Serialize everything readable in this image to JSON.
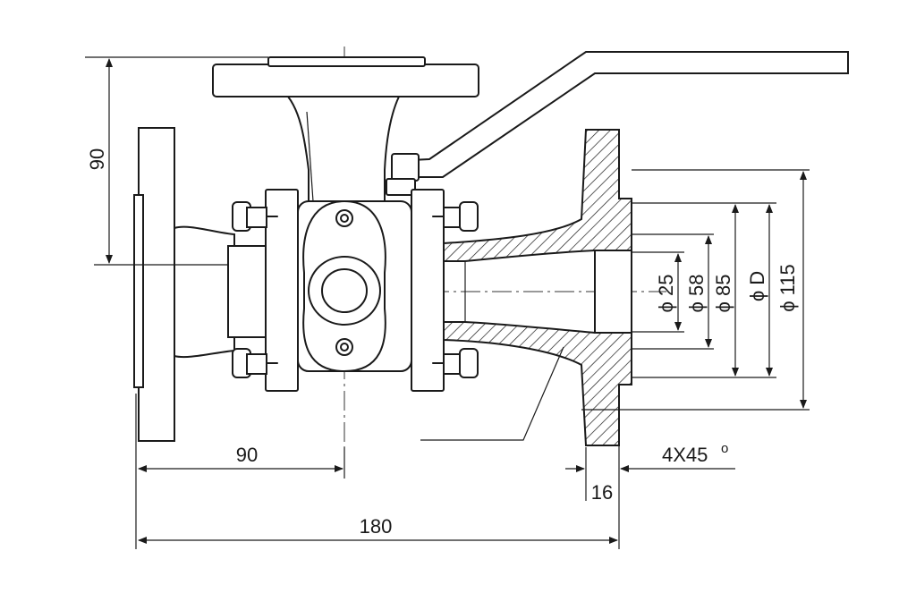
{
  "dimensions": {
    "height_90": "90",
    "half_length_90": "90",
    "total_length": "180",
    "flange_thickness": "16",
    "chamfer": "4X45",
    "chamfer_degree": "o",
    "bore_dia": "ϕ 25",
    "raised_face_dia": "ϕ 58",
    "bolt_circle_dia": "ϕ 85",
    "seal_dia": "ϕ D",
    "flange_outer_dia": "ϕ 115"
  },
  "colors": {
    "line": "#1a1a1a",
    "background": "#ffffff"
  }
}
